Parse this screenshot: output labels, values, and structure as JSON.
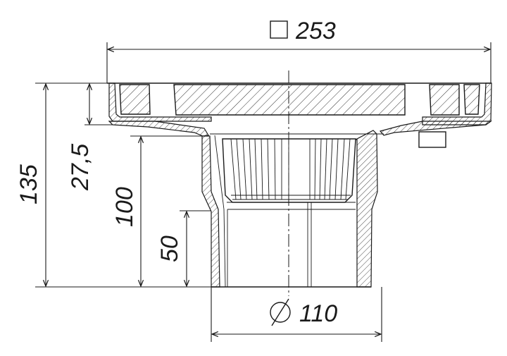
{
  "title": "Roof drain section drawing",
  "dimensions": {
    "top_width": "253",
    "total_height": "135",
    "flange_height": "27,5",
    "body_height": "100",
    "socket_depth": "50",
    "pipe_diameter": "110"
  },
  "symbols": {
    "square": "square-symbol",
    "diameter": "diameter-symbol"
  }
}
